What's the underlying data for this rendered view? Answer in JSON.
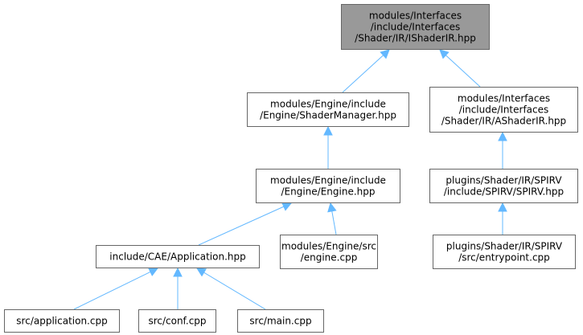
{
  "colors": {
    "node_fill": "#ffffff",
    "highlight_fill": "#999999",
    "node_border": "#666666",
    "edge": "#63b8ff"
  },
  "nodes": [
    {
      "id": "ishaderir",
      "lines": [
        "modules/Interfaces",
        "/include/Interfaces",
        "/Shader/IR/IShaderIR.hpp"
      ],
      "highlight": true
    },
    {
      "id": "shadermanager",
      "lines": [
        "modules/Engine/include",
        "/Engine/ShaderManager.hpp"
      ]
    },
    {
      "id": "ashaderir",
      "lines": [
        "modules/Interfaces",
        "/include/Interfaces",
        "/Shader/IR/AShaderIR.hpp"
      ]
    },
    {
      "id": "engine-hpp",
      "lines": [
        "modules/Engine/include",
        "/Engine/Engine.hpp"
      ]
    },
    {
      "id": "spirv-hpp",
      "lines": [
        "plugins/Shader/IR/SPIRV",
        "/include/SPIRV/SPIRV.hpp"
      ]
    },
    {
      "id": "application-hpp",
      "lines": [
        "include/CAE/Application.hpp"
      ]
    },
    {
      "id": "engine-cpp",
      "lines": [
        "modules/Engine/src",
        "/engine.cpp"
      ]
    },
    {
      "id": "entrypoint-cpp",
      "lines": [
        "plugins/Shader/IR/SPIRV",
        "/src/entrypoint.cpp"
      ]
    },
    {
      "id": "application-cpp",
      "lines": [
        "src/application.cpp"
      ]
    },
    {
      "id": "conf-cpp",
      "lines": [
        "src/conf.cpp"
      ]
    },
    {
      "id": "main-cpp",
      "lines": [
        "src/main.cpp"
      ]
    }
  ],
  "edges": [
    {
      "from": "shadermanager",
      "to": "ishaderir"
    },
    {
      "from": "ashaderir",
      "to": "ishaderir"
    },
    {
      "from": "engine-hpp",
      "to": "shadermanager"
    },
    {
      "from": "spirv-hpp",
      "to": "ashaderir"
    },
    {
      "from": "application-hpp",
      "to": "engine-hpp"
    },
    {
      "from": "engine-cpp",
      "to": "engine-hpp"
    },
    {
      "from": "entrypoint-cpp",
      "to": "spirv-hpp"
    },
    {
      "from": "application-cpp",
      "to": "application-hpp"
    },
    {
      "from": "conf-cpp",
      "to": "application-hpp"
    },
    {
      "from": "main-cpp",
      "to": "application-hpp"
    }
  ]
}
